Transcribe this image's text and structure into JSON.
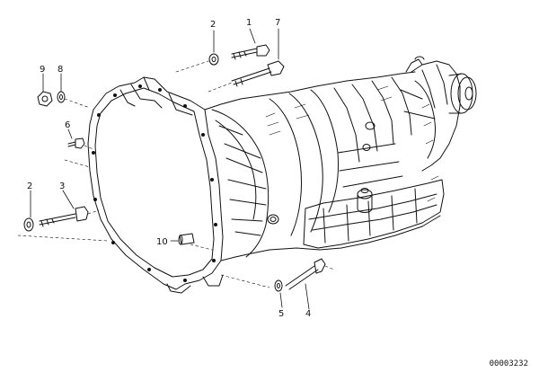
{
  "callouts": {
    "c1": "1",
    "c2_top": "2",
    "c7": "7",
    "c9": "9",
    "c8": "8",
    "c6": "6",
    "c2_left": "2",
    "c3": "3",
    "c10": "10",
    "c5": "5",
    "c4": "4"
  },
  "document_number": "00003232",
  "colors": {
    "line": "#111111",
    "background": "#ffffff"
  }
}
